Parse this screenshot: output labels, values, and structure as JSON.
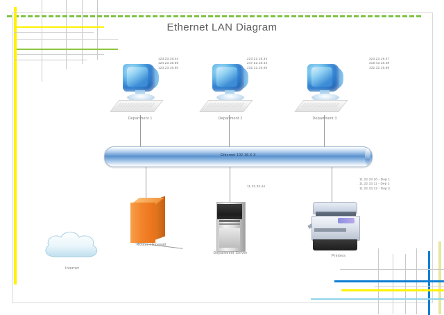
{
  "document": {
    "title": "Ethernet LAN Diagram"
  },
  "backbone": {
    "label": "Ethernet 192.18.X.X"
  },
  "workstations": [
    {
      "name": "Department 1",
      "ips": "123.23.18.44\n124.23.18.56\n123.23.18.60"
    },
    {
      "name": "Department 2",
      "ips": "223.22.18.34\n247.22.18.44\n232.22.18.46"
    },
    {
      "name": "Department 3",
      "ips": "323.23.18.47\n319.43.18.48\n332.32.18.66"
    }
  ],
  "devices": {
    "firewall": {
      "name": "Router / Firewall"
    },
    "server": {
      "name": "Department Server",
      "ip": "11.22.33.44"
    },
    "printers": {
      "name": "Printers",
      "ips": "11.22.33.10 - Dep 1\n11.22.33.11 - Dep 2\n11.22.33.12 - Dep 3"
    },
    "internet": {
      "name": "Internet"
    }
  },
  "colors": {
    "accent_green": "#8cc63f",
    "accent_yellow": "#fff200",
    "accent_blue": "#0b7fd4",
    "accent_cyan": "#8fd4e8",
    "backbone_blue": "#5c93cf",
    "firewall_orange": "#f3832a",
    "grid_grey": "#c9c9c9"
  }
}
